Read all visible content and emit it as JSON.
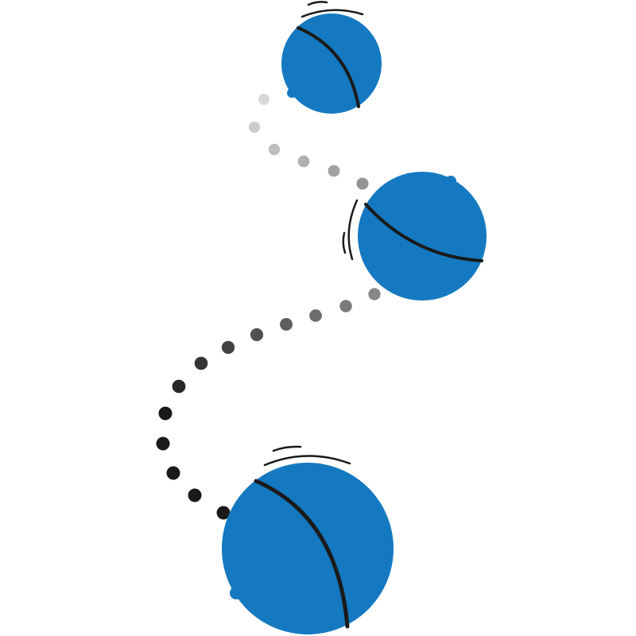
{
  "colors": {
    "ball": "#1479c0",
    "seam": "#1a1a1a",
    "background": "#ffffff",
    "trail_start": "#d9d9d9",
    "trail_end": "#1a1a1a"
  },
  "balls": [
    {
      "name": "ball-top",
      "icon": "ball-icon"
    },
    {
      "name": "ball-middle",
      "icon": "ball-icon"
    },
    {
      "name": "ball-bottom",
      "icon": "ball-icon"
    }
  ]
}
